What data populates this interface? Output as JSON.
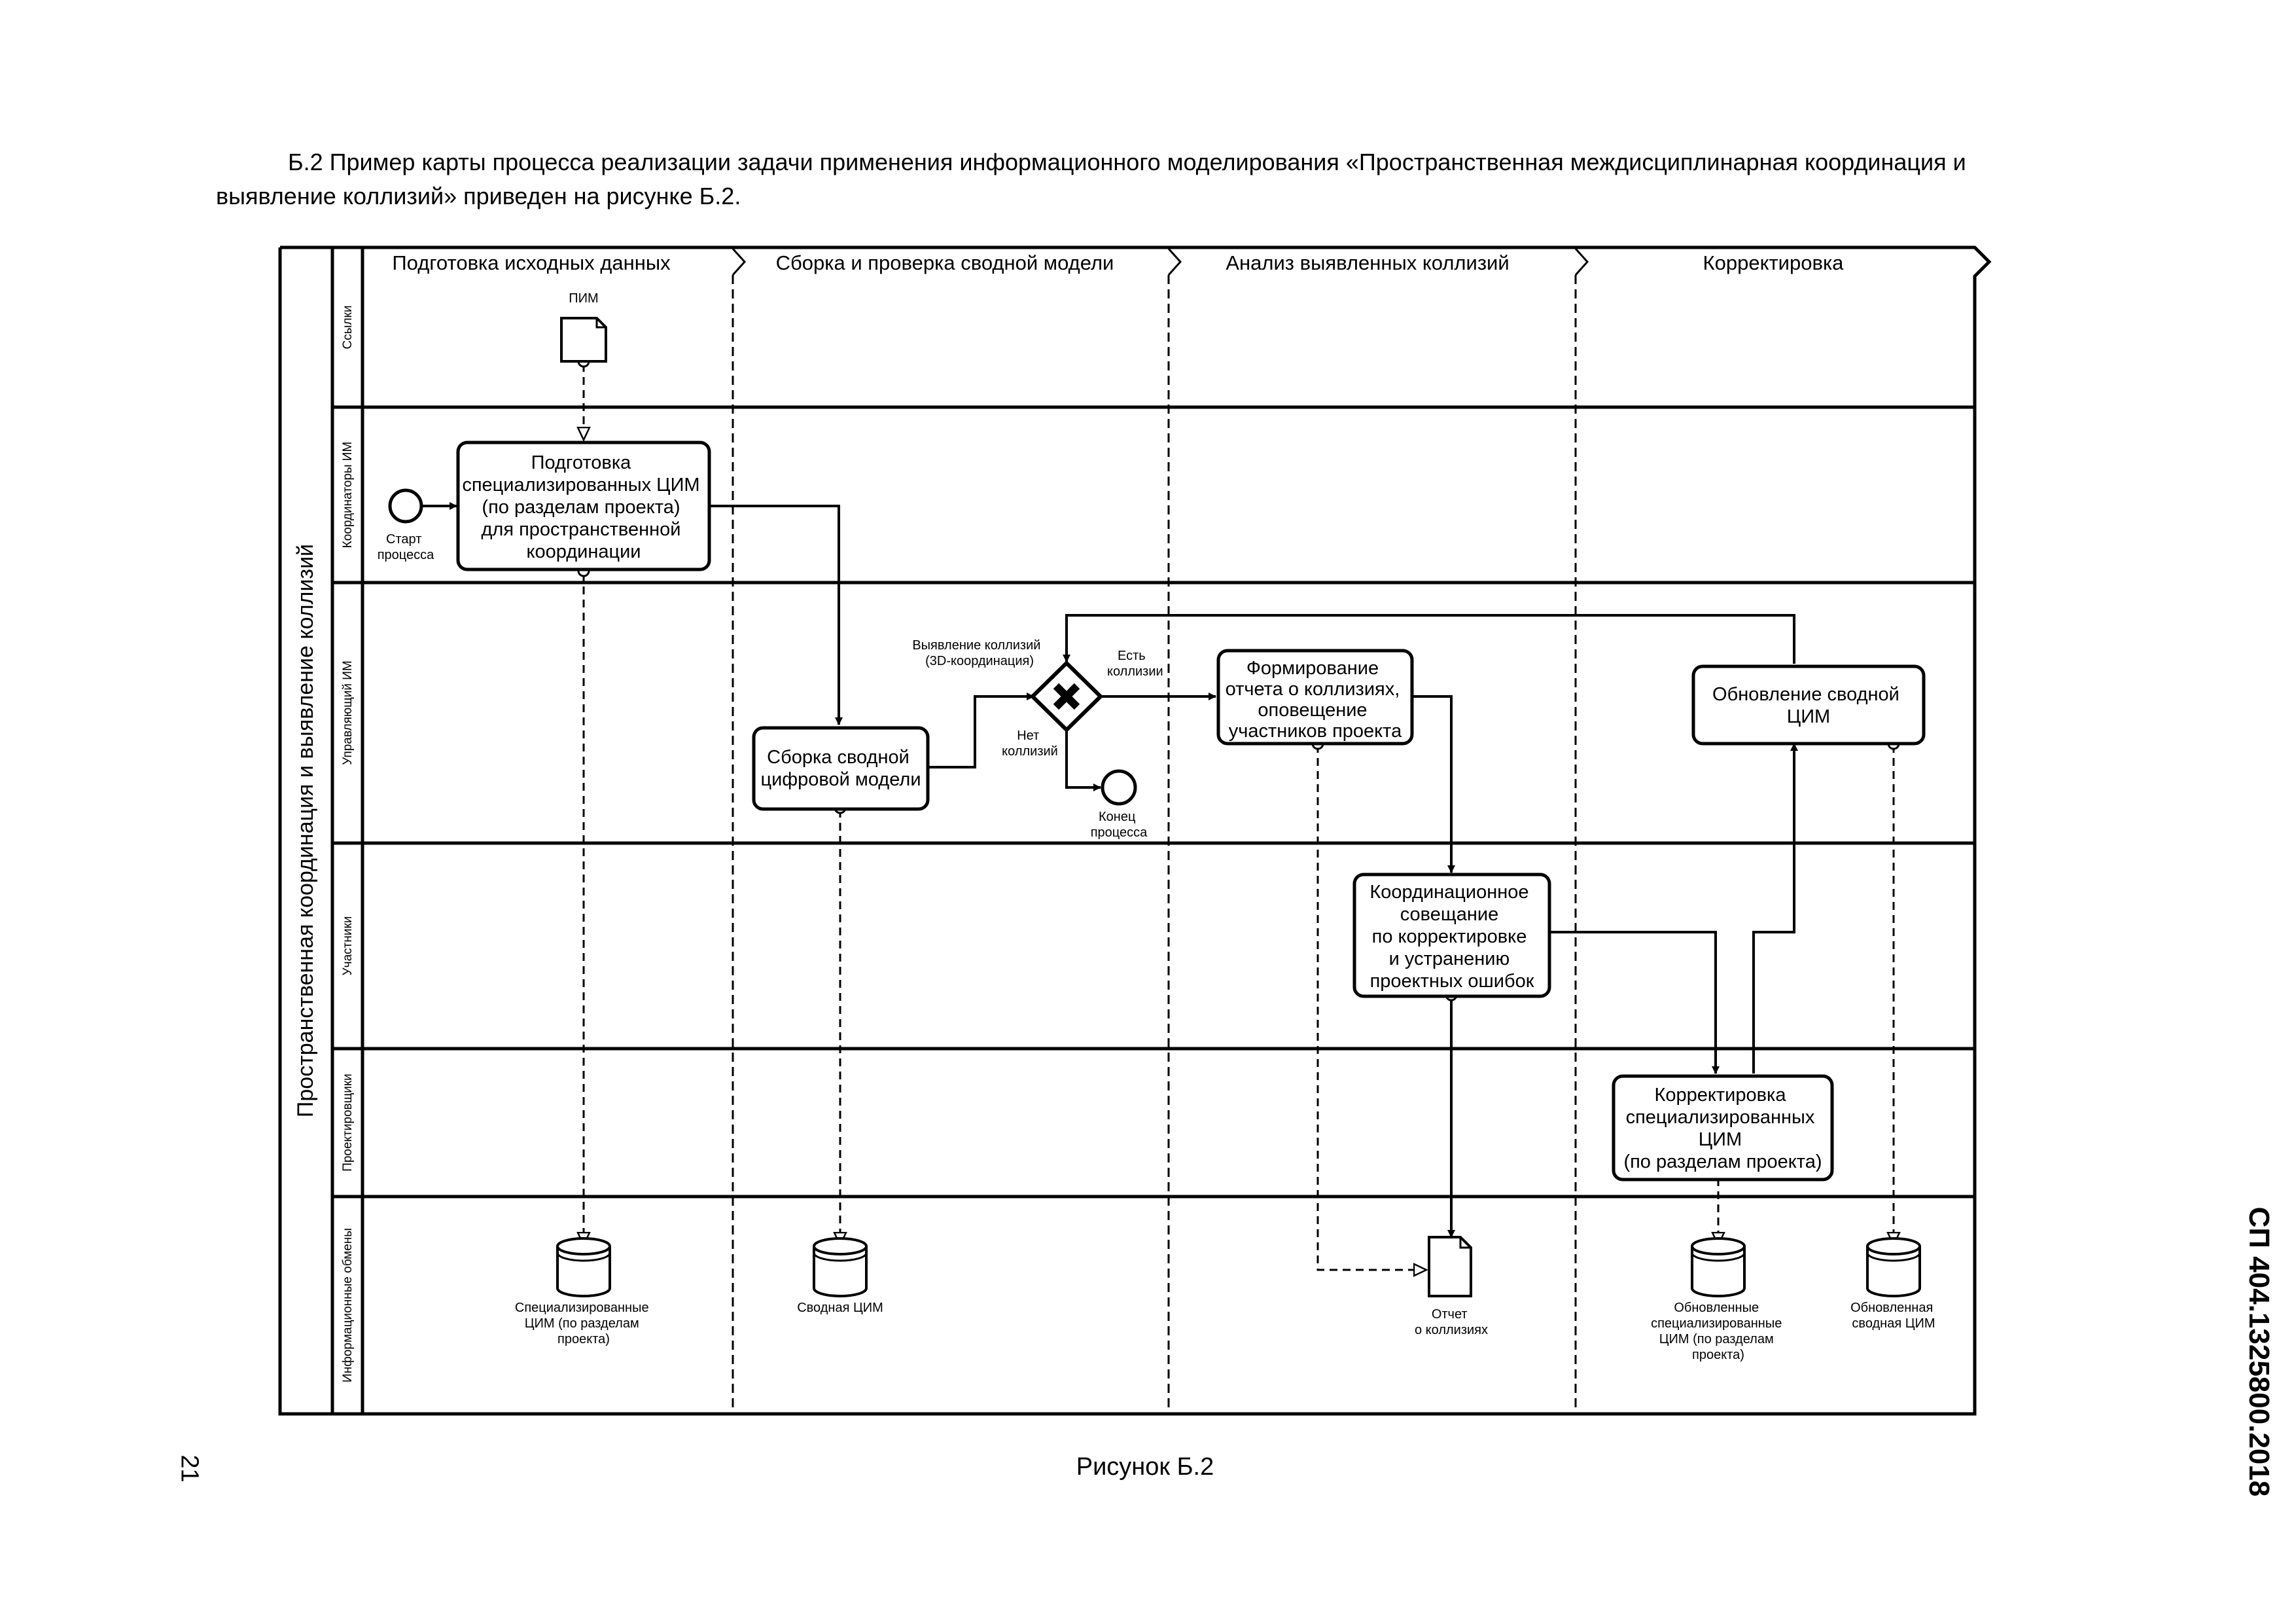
{
  "intro_text": "Б.2 Пример карты процесса реализации задачи применения информационного моделирования «Пространственная междисциплинарная координация и выявление коллизий» приведен на рисунке Б.2.",
  "pool_title": "Пространственная координация и выявление коллизий",
  "phases": [
    "Подготовка исходных данных",
    "Сборка и проверка сводной модели",
    "Анализ выявленных коллизий",
    "Корректировка"
  ],
  "lanes": [
    "Ссылки",
    "Координаторы ИМ",
    "Управляющий ИМ",
    "Участники",
    "Проектировщики",
    "Информационные обмены"
  ],
  "tasks": {
    "prepare": [
      "Подготовка",
      "специализированных ЦИМ",
      "(по разделам  проекта)",
      "для пространственной",
      "координации"
    ],
    "assemble": [
      "Сборка сводной",
      "цифровой модели"
    ],
    "report": [
      "Формирование",
      "отчета о коллизиях,",
      "оповещение",
      "участников проекта"
    ],
    "update": [
      "Обновление сводной",
      "ЦИМ"
    ],
    "meeting": [
      "Координационное",
      "совещание",
      "по корректировке",
      "и устранению",
      "проектных ошибок"
    ],
    "correct": [
      "Корректировка",
      "специализированных",
      "ЦИМ",
      "(по разделам проекта)"
    ]
  },
  "events": {
    "start": [
      "Старт",
      "процесса"
    ],
    "end": [
      "Конец",
      "процесса"
    ]
  },
  "gateway": {
    "in_label": [
      "Выявление коллизий",
      "(3D-координация)"
    ],
    "yes_label": [
      "Есть",
      "коллизии"
    ],
    "no_label": [
      "Нет",
      "коллизий"
    ]
  },
  "artifacts": {
    "pim": "ПИМ",
    "db1": [
      "Специализированные",
      "ЦИМ (по разделам",
      "проекта)"
    ],
    "db2": [
      "Сводная ЦИМ"
    ],
    "report_doc": [
      "Отчет",
      "о коллизиях"
    ],
    "db3": [
      "Обновленные",
      "специализированные",
      "ЦИМ (по разделам",
      "проекта)"
    ],
    "db4": [
      "Обновленная",
      "сводная ЦИМ"
    ]
  },
  "figure_caption": "Рисунок Б.2",
  "page_number": "21",
  "document_code": "СП 404.1325800.2018"
}
